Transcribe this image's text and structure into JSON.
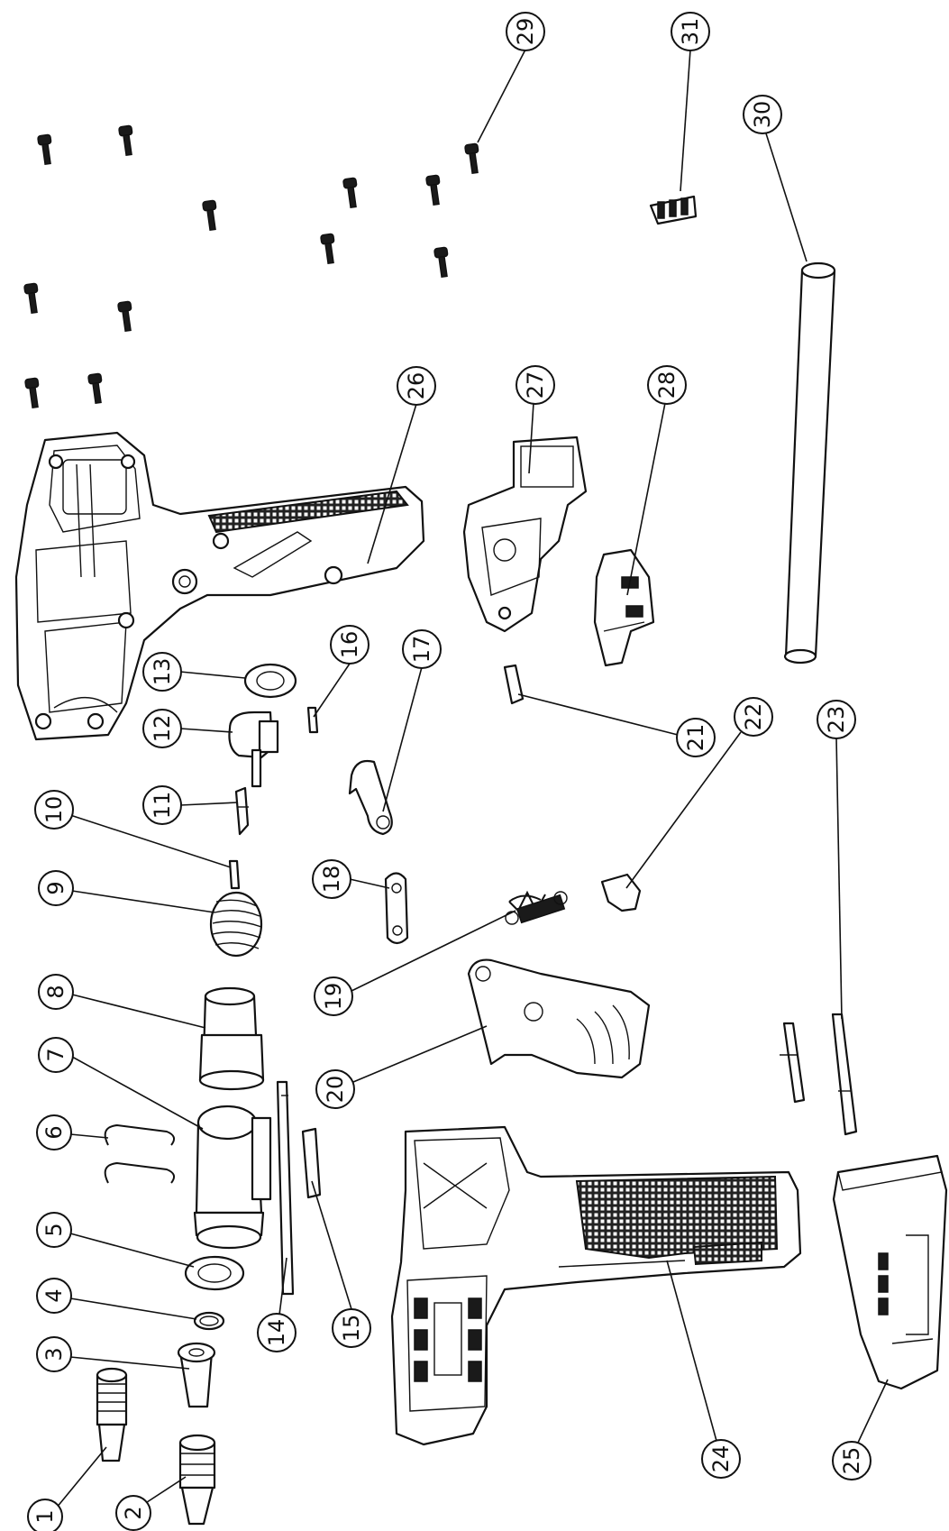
{
  "diagram": {
    "callout_labels": [
      "1",
      "2",
      "3",
      "4",
      "5",
      "6",
      "7",
      "8",
      "9",
      "10",
      "11",
      "12",
      "13",
      "14",
      "15",
      "16",
      "17",
      "18",
      "19",
      "20",
      "21",
      "22",
      "23",
      "24",
      "25",
      "26",
      "27",
      "28",
      "29",
      "30",
      "31"
    ]
  }
}
